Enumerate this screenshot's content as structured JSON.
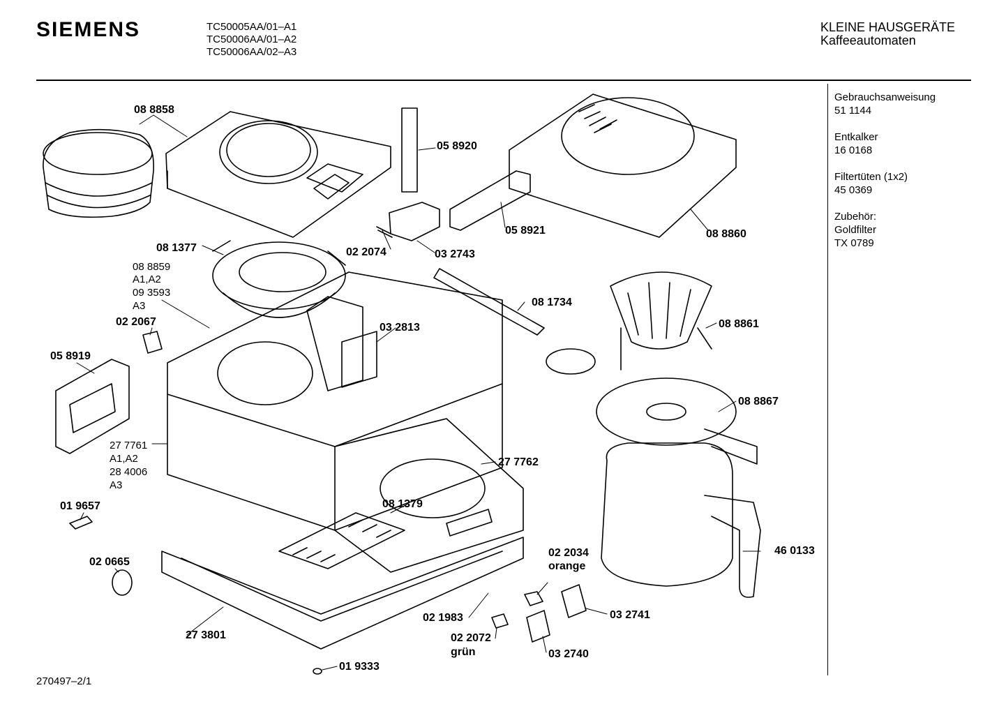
{
  "header": {
    "brand": "SIEMENS",
    "models": [
      "TC50005AA/01–A1",
      "TC50006AA/01–A2",
      "TC50006AA/02–A3"
    ],
    "category": "KLEINE HAUSGERÄTE",
    "subcategory": "Kaffeeautomaten"
  },
  "sidebar": [
    {
      "title": "Gebrauchsanweisung",
      "lines": [
        "51 1144"
      ]
    },
    {
      "title": "Entkalker",
      "lines": [
        "16 0168"
      ]
    },
    {
      "title": "Filtertüten (1x2)",
      "lines": [
        "45 0369"
      ]
    },
    {
      "title": "Zubehör:",
      "lines": [
        "Goldfilter",
        "TX 0789"
      ]
    }
  ],
  "parts": {
    "p088858": "08 8858",
    "p058920": "05 8920",
    "p058921": "05 8921",
    "p088860": "08 8860",
    "p081377": "08 1377",
    "p022074": "02 2074",
    "p032743": "03 2743",
    "p088859": "08 8859",
    "p_a1a2_top": "A1,A2",
    "p093593": "09 3593",
    "p_a3_top": "A3",
    "p022067": "02 2067",
    "p032813": "03 2813",
    "p081734": "08 1734",
    "p088861": "08 8861",
    "p058919": "05 8919",
    "p088867": "08 8867",
    "p277761": "27 7761",
    "p_a1a2_mid": "A1,A2",
    "p284006": "28 4006",
    "p_a3_mid": "A3",
    "p277762": "27 7762",
    "p019657": "01 9657",
    "p081379": "08 1379",
    "p460133": "46 0133",
    "p020665": "02 0665",
    "p022034": "02 2034",
    "p_orange": "orange",
    "p032741": "03 2741",
    "p021983": "02 1983",
    "p273801": "27 3801",
    "p022072": "02 2072",
    "p_gruen": "grün",
    "p032740": "03 2740",
    "p019333": "01 9333"
  },
  "footer": {
    "doc_number": "270497–2/1"
  }
}
